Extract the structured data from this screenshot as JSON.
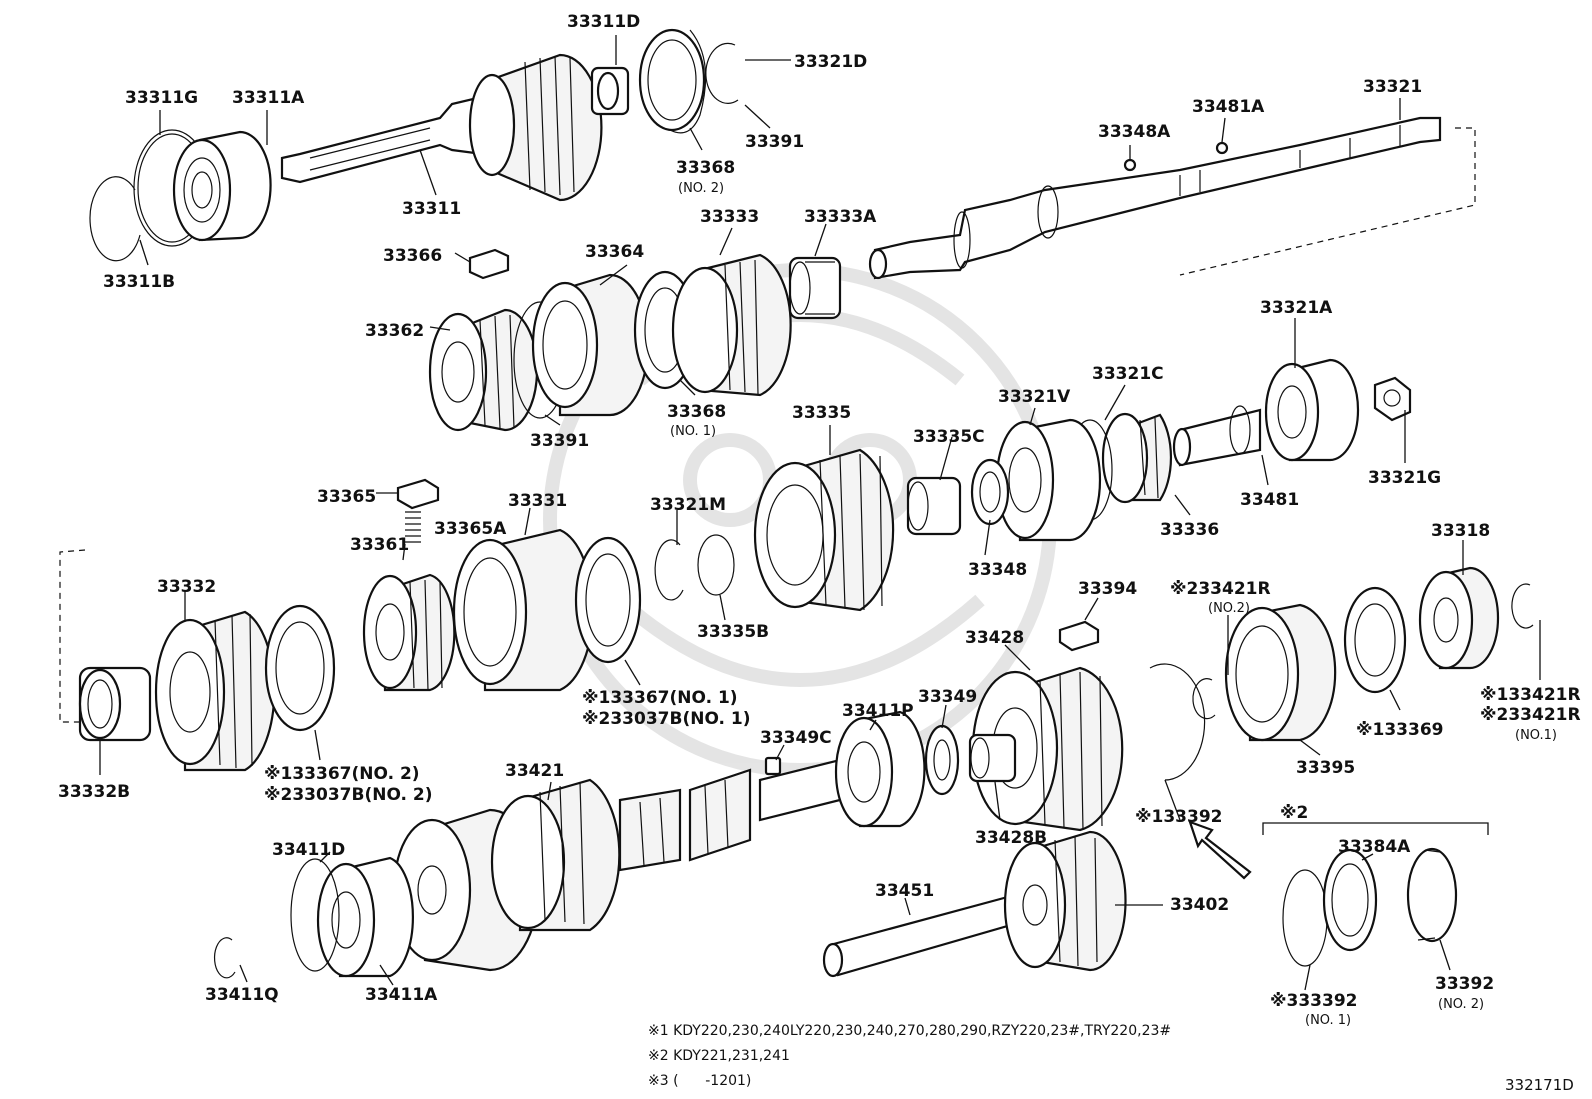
{
  "parts": {
    "p33311G": "33311G",
    "p33311A": "33311A",
    "p33311B": "33311B",
    "p33311": "33311",
    "p33311D": "33311D",
    "p33321D": "33321D",
    "p33391a": "33391",
    "p33368a": "33368",
    "p33368a_sub": "(NO. 2)",
    "p33348A": "33348A",
    "p33481A": "33481A",
    "p33321": "33321",
    "p33366": "33366",
    "p33364": "33364",
    "p33333": "33333",
    "p33333A": "33333A",
    "p33362": "33362",
    "p33391b": "33391",
    "p33368b": "33368",
    "p33368b_sub": "(NO. 1)",
    "p33321A": "33321A",
    "p33321C": "33321C",
    "p33321V": "33321V",
    "p33335": "33335",
    "p33335C": "33335C",
    "p33321G": "33321G",
    "p33481": "33481",
    "p33336": "33336",
    "p33348": "33348",
    "p33365": "33365",
    "p33365A": "33365A",
    "p33331": "33331",
    "p33321M": "33321M",
    "p33361": "33361",
    "p33335B": "33335B",
    "p33332": "33332",
    "p33318": "33318",
    "p33394": "33394",
    "p33421R_top": "※233421R",
    "p33421R_top_sub": "(NO.2)",
    "p33428": "33428",
    "p33395": "33395",
    "p133369": "※133369",
    "p133421R": "※133421R",
    "p233421R": "※233421R",
    "p233421R_sub": "(NO.1)",
    "p33332B": "33332B",
    "p133367_2": "※133367(NO. 2)",
    "p233037B_2": "※233037B(NO. 2)",
    "p133367_1": "※133367(NO. 1)",
    "p233037B_1": "※233037B(NO. 1)",
    "p33349C": "33349C",
    "p33411P": "33411P",
    "p33349": "33349",
    "p33421": "33421",
    "p33428B": "33428B",
    "p133392": "※133392",
    "p33411D": "33411D",
    "p33451": "33451",
    "p33402": "33402",
    "p_note2_mark": "※2",
    "p33384A": "33384A",
    "p33411Q": "33411Q",
    "p33411A": "33411A",
    "p333392": "※333392",
    "p333392_sub": "(NO. 1)",
    "p33392": "33392",
    "p33392_sub": "(NO. 2)"
  },
  "notes": {
    "n1": "※1 KDY220,230,240LY220,230,240,270,280,290,RZY220,23#,TRY220,23#",
    "n2": "※2 KDY221,231,241",
    "n3": "※3 (      -1201)"
  },
  "figure_code": "332171D"
}
